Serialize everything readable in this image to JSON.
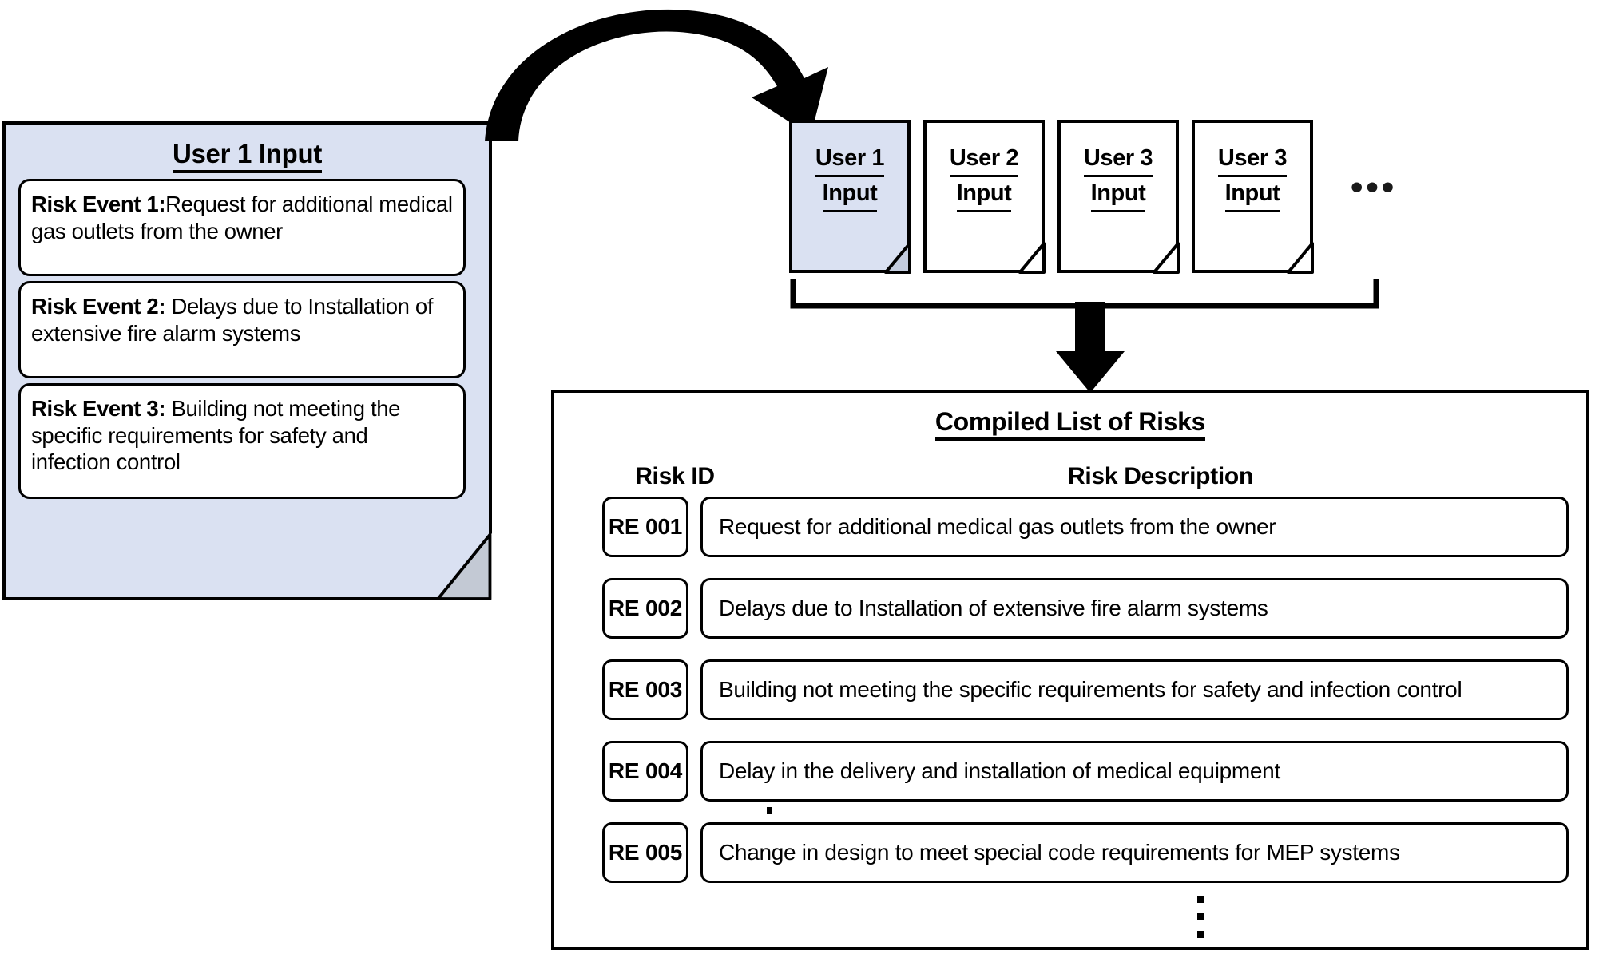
{
  "left_panel": {
    "title": "User 1 Input",
    "risk_events": [
      {
        "label": "Risk Event 1:",
        "text": "Request for additional medical gas outlets from the owner"
      },
      {
        "label": "Risk Event 2:",
        "text": " Delays due to Installation of extensive fire alarm systems"
      },
      {
        "label": "Risk Event 3:",
        "text": " Building not meeting the specific requirements for safety and infection control"
      }
    ]
  },
  "doc_cards": {
    "items": [
      {
        "line1": "User 1",
        "line2": "Input",
        "selected": true
      },
      {
        "line1": "User 2",
        "line2": "Input",
        "selected": false
      },
      {
        "line1": "User 3",
        "line2": "Input",
        "selected": false
      },
      {
        "line1": "User 3",
        "line2": "Input",
        "selected": false
      }
    ],
    "ellipsis": "•••"
  },
  "compiled_panel": {
    "title": "Compiled List of Risks",
    "columns": {
      "risk_id": "Risk ID",
      "risk_description": "Risk Description"
    },
    "rows": [
      {
        "id": "RE 001",
        "description": "Request for additional medical gas outlets from the owner"
      },
      {
        "id": "RE 002",
        "description": "Delays due to Installation of extensive fire alarm systems"
      },
      {
        "id": "RE 003",
        "description": "Building not meeting the specific requirements for safety and infection control"
      },
      {
        "id": "RE 004",
        "description": "Delay in the delivery and installation of medical equipment"
      },
      {
        "id": "RE 005",
        "description": "Change in design to meet special code requirements for MEP systems"
      }
    ],
    "continuation_marker": "vertical-ellipsis"
  },
  "colors": {
    "panel_fill": "#dae1f2",
    "card_fill_selected": "#dae1f2",
    "card_fill": "#ffffff",
    "stroke": "#000000",
    "fold_shadow": "#b9bec9"
  },
  "connectors": {
    "curved_arrow": "curved-arrow-left-to-cards",
    "bracket": "grouping-bracket",
    "down_arrow": "down-arrow-to-compiled-list"
  }
}
